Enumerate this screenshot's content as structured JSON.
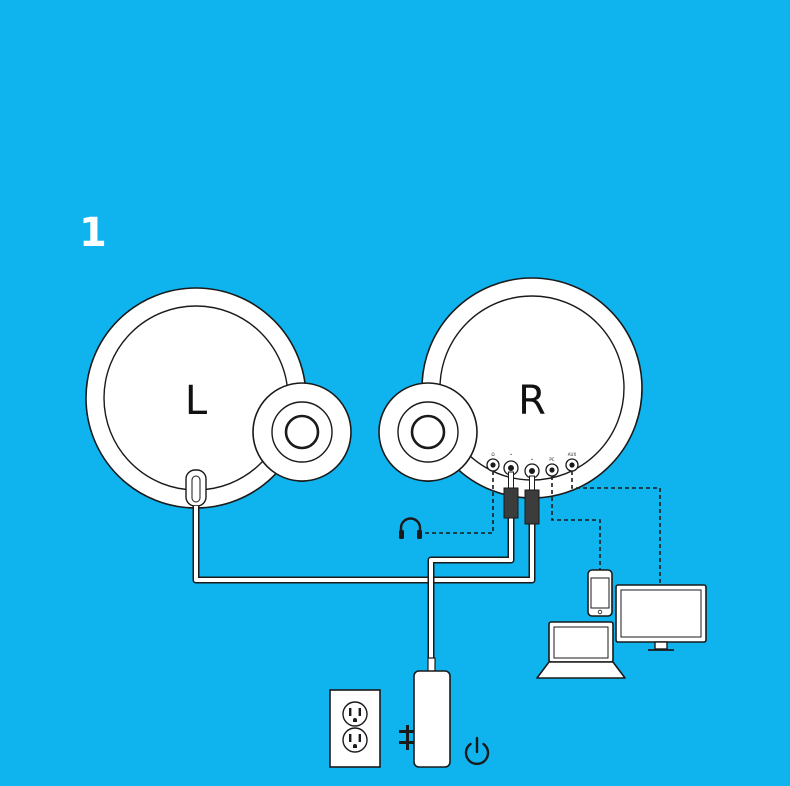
{
  "step": {
    "number": "1"
  },
  "speakers": {
    "left_label": "L",
    "right_label": "R"
  },
  "ports": [
    "Ω",
    "•",
    "•",
    "PC",
    "AUX"
  ],
  "colors": {
    "background": "#0fb4ef",
    "device_fill": "#ffffff",
    "outline": "#1a1a1a",
    "dashed_line": "#1a1a1a"
  },
  "icons": [
    "headphones-icon",
    "smartphone-icon",
    "laptop-icon",
    "monitor-icon",
    "power-outlet-icon",
    "power-adapter-icon",
    "power-icon"
  ]
}
